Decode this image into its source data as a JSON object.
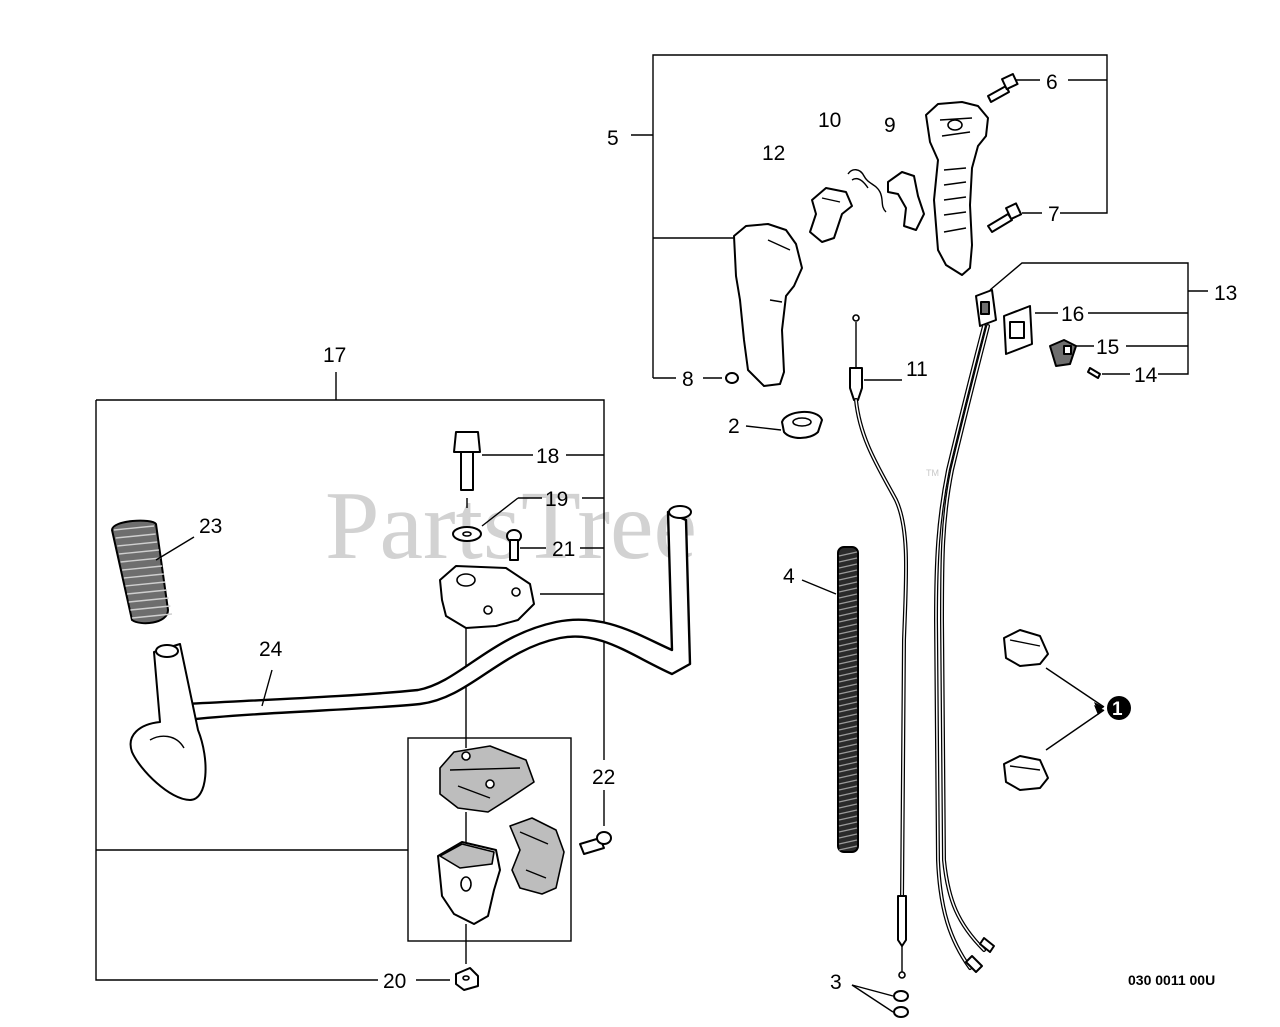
{
  "watermark": {
    "text": "PartsTree",
    "trademark": "TM"
  },
  "drawing_code": "030 0011 00U",
  "callouts": {
    "c1": "1",
    "c2": "2",
    "c3": "3",
    "c4": "4",
    "c5": "5",
    "c6": "6",
    "c7": "7",
    "c8": "8",
    "c9": "9",
    "c10": "10",
    "c11": "11",
    "c12": "12",
    "c13": "13",
    "c14": "14",
    "c15": "15",
    "c16": "16",
    "c17": "17",
    "c18": "18",
    "c19": "19",
    "c20": "20",
    "c21": "21",
    "c22": "22",
    "c23": "23",
    "c24": "24"
  }
}
